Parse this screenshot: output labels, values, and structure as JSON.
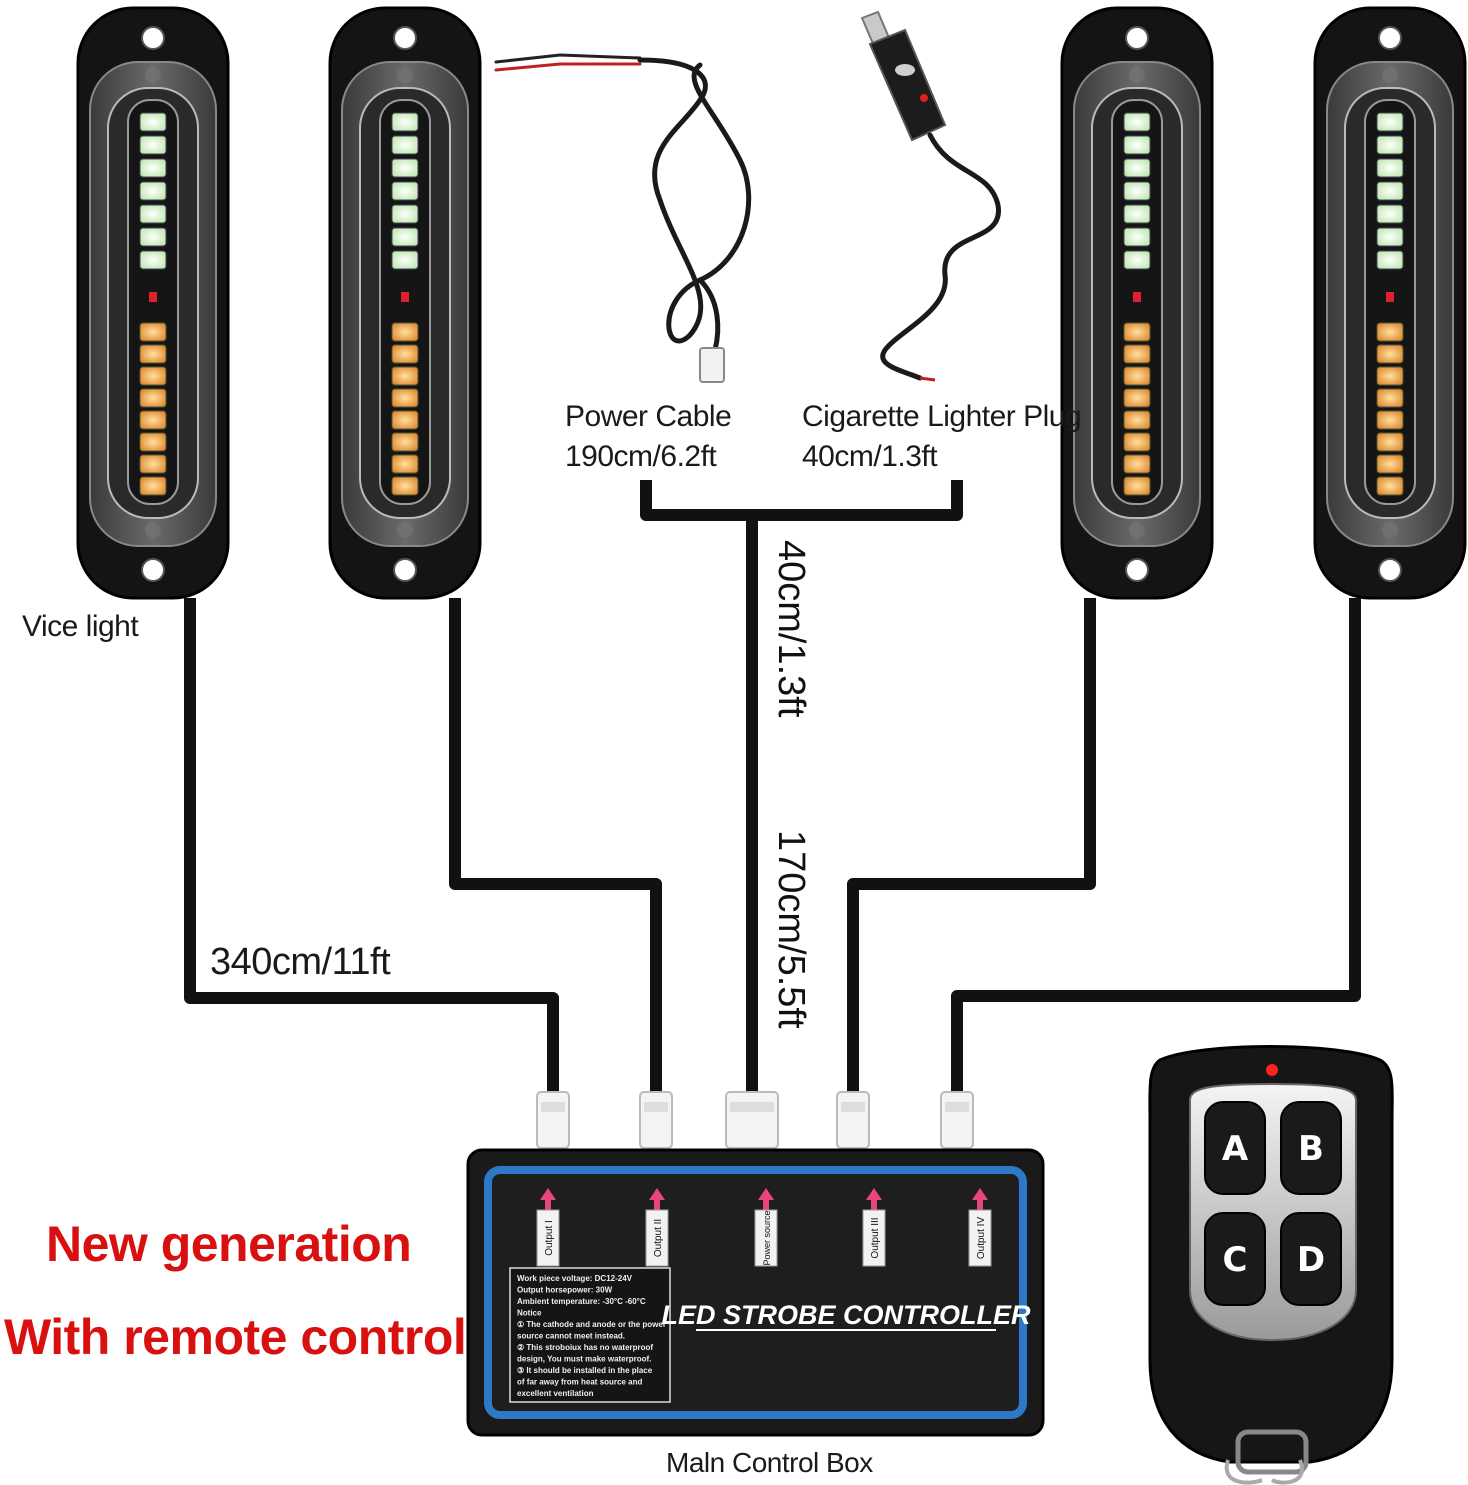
{
  "labels": {
    "vice_light": "Vice light",
    "power_cable_name": "Power Cable",
    "power_cable_length": "190cm/6.2ft",
    "lighter_name": "Cigarette Lighter Plug",
    "lighter_length": "40cm/1.3ft",
    "light_cable_length": "340cm/11ft",
    "top_cable_length": "40cm/1.3ft",
    "main_cable_length": "170cm/5.5ft",
    "control_box_name": "Maln Control Box"
  },
  "promo": {
    "line1": "New generation",
    "line2": "With remote control"
  },
  "controller": {
    "title": "LED STROBE CONTROLLER",
    "ports": [
      "Output I",
      "Output II",
      "Power source",
      "Output III",
      "Output IV"
    ],
    "specs": [
      "Work piece voltage:    DC12-24V",
      "Output horsepower:       30W",
      "Ambient temperature:  -30°C -60°C",
      "Notice",
      "① The cathode and anode or the power",
      "   source cannot meet instead.",
      "② This stroboiux has no waterproof",
      "   design, You must make waterproof.",
      "③ It should be installed in the place",
      "   of far away from heat source and",
      "   excellent ventilation"
    ]
  },
  "remote": {
    "buttons": [
      "A",
      "B",
      "C",
      "D"
    ]
  },
  "colors": {
    "text": "#1a1a1a",
    "promo_red": "#d81010",
    "controller_border_blue": "#2e78c8",
    "led_white": "#eefbe8",
    "led_amber": "#f0a040",
    "remote_indicator": "#ff2020"
  }
}
